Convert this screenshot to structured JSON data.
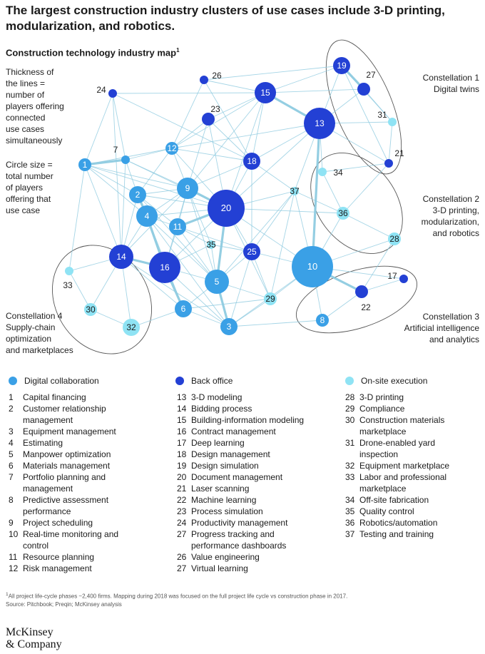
{
  "title": "The largest construction industry clusters of use cases include 3-D printing, modularization, and robotics.",
  "map_title": "Construction technology industry map",
  "map_title_footnote": "1",
  "notes": {
    "thickness": [
      "Thickness of",
      "the lines  =",
      "number of",
      "players offering",
      "connected",
      "use cases",
      "simultaneously"
    ],
    "circle_size": [
      "Circle size  =",
      "total number",
      "of players",
      "offering that",
      "use case"
    ]
  },
  "constellations": [
    {
      "name": "Constellation 1",
      "label": [
        "Digital twins"
      ]
    },
    {
      "name": "Constellation 2",
      "label": [
        "3-D printing,",
        "modularization,",
        "and robotics"
      ]
    },
    {
      "name": "Constellation 3",
      "label": [
        "Artificial intelligence",
        "and analytics"
      ]
    },
    {
      "name": "Constellation 4",
      "label": [
        "Supply-chain",
        "optimization",
        "and marketplaces"
      ]
    }
  ],
  "colors": {
    "digital_collaboration": "#3aa0e6",
    "back_office": "#2340d4",
    "on_site_execution": "#8fe3f4",
    "edge": "#8ecbe0"
  },
  "nodes": [
    {
      "id": "1",
      "cat": "digital_collaboration",
      "size": 1
    },
    {
      "id": "2",
      "cat": "digital_collaboration",
      "size": 2
    },
    {
      "id": "3",
      "cat": "digital_collaboration",
      "size": 2
    },
    {
      "id": "4",
      "cat": "digital_collaboration",
      "size": 3
    },
    {
      "id": "5",
      "cat": "digital_collaboration",
      "size": 4
    },
    {
      "id": "6",
      "cat": "digital_collaboration",
      "size": 2
    },
    {
      "id": "7",
      "cat": "digital_collaboration",
      "size": 0
    },
    {
      "id": "8",
      "cat": "digital_collaboration",
      "size": 1
    },
    {
      "id": "9",
      "cat": "digital_collaboration",
      "size": 3
    },
    {
      "id": "10",
      "cat": "digital_collaboration",
      "size": 8
    },
    {
      "id": "11",
      "cat": "digital_collaboration",
      "size": 2
    },
    {
      "id": "12",
      "cat": "digital_collaboration",
      "size": 1
    },
    {
      "id": "13",
      "cat": "back_office",
      "size": 6
    },
    {
      "id": "14",
      "cat": "back_office",
      "size": 4
    },
    {
      "id": "15",
      "cat": "back_office",
      "size": 3
    },
    {
      "id": "16",
      "cat": "back_office",
      "size": 6
    },
    {
      "id": "17",
      "cat": "back_office",
      "size": 0
    },
    {
      "id": "18",
      "cat": "back_office",
      "size": 2
    },
    {
      "id": "19",
      "cat": "back_office",
      "size": 2
    },
    {
      "id": "20",
      "cat": "back_office",
      "size": 10
    },
    {
      "id": "21",
      "cat": "back_office",
      "size": 0
    },
    {
      "id": "22",
      "cat": "back_office",
      "size": 1
    },
    {
      "id": "23",
      "cat": "back_office",
      "size": 1
    },
    {
      "id": "24",
      "cat": "back_office",
      "size": 0
    },
    {
      "id": "25",
      "cat": "back_office",
      "size": 2
    },
    {
      "id": "26",
      "cat": "back_office",
      "size": 0
    },
    {
      "id": "27",
      "cat": "back_office",
      "size": 1
    },
    {
      "id": "28",
      "cat": "on_site_execution",
      "size": 1
    },
    {
      "id": "29",
      "cat": "on_site_execution",
      "size": 1
    },
    {
      "id": "30",
      "cat": "on_site_execution",
      "size": 1
    },
    {
      "id": "31",
      "cat": "on_site_execution",
      "size": 0
    },
    {
      "id": "32",
      "cat": "on_site_execution",
      "size": 2
    },
    {
      "id": "33",
      "cat": "on_site_execution",
      "size": 0
    },
    {
      "id": "34",
      "cat": "on_site_execution",
      "size": 0
    },
    {
      "id": "35",
      "cat": "on_site_execution",
      "size": 0
    },
    {
      "id": "36",
      "cat": "on_site_execution",
      "size": 1
    },
    {
      "id": "37",
      "cat": "on_site_execution",
      "size": 0
    }
  ],
  "edges": [
    [
      "1",
      "7"
    ],
    [
      "1",
      "2"
    ],
    [
      "1",
      "4"
    ],
    [
      "1",
      "14"
    ],
    [
      "1",
      "9"
    ],
    [
      "1",
      "12"
    ],
    [
      "1",
      "24"
    ],
    [
      "1",
      "20"
    ],
    [
      "1",
      "33"
    ],
    [
      "7",
      "12"
    ],
    [
      "7",
      "14"
    ],
    [
      "7",
      "2"
    ],
    [
      "7",
      "24"
    ],
    [
      "7",
      "20"
    ],
    [
      "7",
      "9"
    ],
    [
      "12",
      "9"
    ],
    [
      "12",
      "18"
    ],
    [
      "12",
      "13"
    ],
    [
      "12",
      "20"
    ],
    [
      "12",
      "2"
    ],
    [
      "12",
      "26"
    ],
    [
      "12",
      "15"
    ],
    [
      "12",
      "23"
    ],
    [
      "2",
      "4"
    ],
    [
      "2",
      "9"
    ],
    [
      "2",
      "11"
    ],
    [
      "2",
      "14"
    ],
    [
      "2",
      "16"
    ],
    [
      "2",
      "20"
    ],
    [
      "2",
      "5"
    ],
    [
      "4",
      "14"
    ],
    [
      "4",
      "16"
    ],
    [
      "4",
      "9"
    ],
    [
      "4",
      "11"
    ],
    [
      "4",
      "20"
    ],
    [
      "4",
      "6"
    ],
    [
      "4",
      "5"
    ],
    [
      "4",
      "3"
    ],
    [
      "14",
      "16"
    ],
    [
      "14",
      "6"
    ],
    [
      "14",
      "3"
    ],
    [
      "14",
      "33"
    ],
    [
      "14",
      "32"
    ],
    [
      "14",
      "9"
    ],
    [
      "16",
      "6"
    ],
    [
      "16",
      "3"
    ],
    [
      "16",
      "11"
    ],
    [
      "16",
      "9"
    ],
    [
      "16",
      "20"
    ],
    [
      "16",
      "5"
    ],
    [
      "9",
      "11"
    ],
    [
      "9",
      "20"
    ],
    [
      "9",
      "35"
    ],
    [
      "9",
      "18"
    ],
    [
      "9",
      "15"
    ],
    [
      "9",
      "5"
    ],
    [
      "11",
      "20"
    ],
    [
      "11",
      "35"
    ],
    [
      "11",
      "5"
    ],
    [
      "11",
      "25"
    ],
    [
      "20",
      "18"
    ],
    [
      "20",
      "15"
    ],
    [
      "20",
      "13"
    ],
    [
      "20",
      "25"
    ],
    [
      "20",
      "5"
    ],
    [
      "20",
      "10"
    ],
    [
      "20",
      "37"
    ],
    [
      "20",
      "29"
    ],
    [
      "20",
      "23"
    ],
    [
      "20",
      "36"
    ],
    [
      "18",
      "15"
    ],
    [
      "18",
      "13"
    ],
    [
      "18",
      "23"
    ],
    [
      "18",
      "37"
    ],
    [
      "18",
      "25"
    ],
    [
      "18",
      "24"
    ],
    [
      "15",
      "13"
    ],
    [
      "15",
      "19"
    ],
    [
      "15",
      "26"
    ],
    [
      "15",
      "23"
    ],
    [
      "15",
      "27"
    ],
    [
      "15",
      "24"
    ],
    [
      "13",
      "19"
    ],
    [
      "13",
      "27"
    ],
    [
      "13",
      "21"
    ],
    [
      "13",
      "31"
    ],
    [
      "13",
      "37"
    ],
    [
      "13",
      "10"
    ],
    [
      "13",
      "34"
    ],
    [
      "19",
      "27"
    ],
    [
      "19",
      "21"
    ],
    [
      "19",
      "31"
    ],
    [
      "19",
      "26"
    ],
    [
      "27",
      "31"
    ],
    [
      "31",
      "21"
    ],
    [
      "21",
      "34"
    ],
    [
      "21",
      "36"
    ],
    [
      "36",
      "28"
    ],
    [
      "36",
      "10"
    ],
    [
      "36",
      "37"
    ],
    [
      "34",
      "36"
    ],
    [
      "28",
      "10"
    ],
    [
      "28",
      "22"
    ],
    [
      "37",
      "25"
    ],
    [
      "37",
      "10"
    ],
    [
      "37",
      "5"
    ],
    [
      "37",
      "29"
    ],
    [
      "10",
      "22"
    ],
    [
      "10",
      "29"
    ],
    [
      "10",
      "8"
    ],
    [
      "10",
      "25"
    ],
    [
      "10",
      "3"
    ],
    [
      "10",
      "17"
    ],
    [
      "22",
      "17"
    ],
    [
      "22",
      "8"
    ],
    [
      "25",
      "5"
    ],
    [
      "25",
      "29"
    ],
    [
      "25",
      "3"
    ],
    [
      "25",
      "35"
    ],
    [
      "5",
      "3"
    ],
    [
      "5",
      "6"
    ],
    [
      "5",
      "29"
    ],
    [
      "5",
      "35"
    ],
    [
      "6",
      "3"
    ],
    [
      "6",
      "29"
    ],
    [
      "3",
      "29"
    ],
    [
      "3",
      "8"
    ],
    [
      "33",
      "30"
    ],
    [
      "30",
      "32"
    ],
    [
      "32",
      "6"
    ],
    [
      "30",
      "14"
    ],
    [
      "23",
      "9"
    ],
    [
      "24",
      "14"
    ],
    [
      "26",
      "18"
    ],
    [
      "35",
      "16"
    ]
  ],
  "legend": {
    "digital_collaboration": {
      "heading": "Digital collaboration",
      "items": [
        {
          "num": "1",
          "lines": [
            "Capital financing"
          ]
        },
        {
          "num": "2",
          "lines": [
            "Customer relationship",
            "management"
          ]
        },
        {
          "num": "3",
          "lines": [
            "Equipment management"
          ]
        },
        {
          "num": "4",
          "lines": [
            "Estimating"
          ]
        },
        {
          "num": "5",
          "lines": [
            "Manpower optimization"
          ]
        },
        {
          "num": "6",
          "lines": [
            "Materials management"
          ]
        },
        {
          "num": "7",
          "lines": [
            "Portfolio planning and",
            "management"
          ]
        },
        {
          "num": "8",
          "lines": [
            "Predictive assessment",
            "performance"
          ]
        },
        {
          "num": "9",
          "lines": [
            "Project scheduling"
          ]
        },
        {
          "num": "10",
          "lines": [
            "Real-time monitoring and",
            "control"
          ]
        },
        {
          "num": "11",
          "lines": [
            "Resource planning"
          ]
        },
        {
          "num": "12",
          "lines": [
            "Risk management"
          ]
        }
      ]
    },
    "back_office": {
      "heading": "Back office",
      "items": [
        {
          "num": "13",
          "lines": [
            "3-D modeling"
          ]
        },
        {
          "num": "14",
          "lines": [
            "Bidding process"
          ]
        },
        {
          "num": "15",
          "lines": [
            "Building-information modeling"
          ]
        },
        {
          "num": "16",
          "lines": [
            "Contract management"
          ]
        },
        {
          "num": "17",
          "lines": [
            "Deep learning"
          ]
        },
        {
          "num": "18",
          "lines": [
            "Design management"
          ]
        },
        {
          "num": "19",
          "lines": [
            "Design simulation"
          ]
        },
        {
          "num": "20",
          "lines": [
            "Document management"
          ]
        },
        {
          "num": "21",
          "lines": [
            "Laser scanning"
          ]
        },
        {
          "num": "22",
          "lines": [
            "Machine learning"
          ]
        },
        {
          "num": "23",
          "lines": [
            "Process simulation"
          ]
        },
        {
          "num": "24",
          "lines": [
            "Productivity management"
          ]
        },
        {
          "num": "27",
          "lines": [
            "Progress tracking and",
            "performance dashboards"
          ]
        },
        {
          "num": "26",
          "lines": [
            "Value engineering"
          ]
        },
        {
          "num": "27",
          "lines": [
            "Virtual learning"
          ]
        }
      ]
    },
    "on_site_execution": {
      "heading": "On-site execution",
      "items": [
        {
          "num": "28",
          "lines": [
            "3-D printing"
          ]
        },
        {
          "num": "29",
          "lines": [
            "Compliance"
          ]
        },
        {
          "num": "30",
          "lines": [
            "Construction materials",
            "marketplace"
          ]
        },
        {
          "num": "31",
          "lines": [
            "Drone-enabled yard",
            "inspection"
          ]
        },
        {
          "num": "32",
          "lines": [
            "Equipment marketplace"
          ]
        },
        {
          "num": "33",
          "lines": [
            "Labor and professional",
            "marketplace"
          ]
        },
        {
          "num": "34",
          "lines": [
            "Off-site fabrication"
          ]
        },
        {
          "num": "35",
          "lines": [
            "Quality control"
          ]
        },
        {
          "num": "36",
          "lines": [
            "Robotics/automation"
          ]
        },
        {
          "num": "37",
          "lines": [
            "Testing and training"
          ]
        }
      ]
    }
  },
  "footnotes": [
    "All project life-cycle phases ~2,400 firms. Mapping during 2018 was focused on the full project life cycle vs construction phase in 2017.",
    "Source: Pitchbook; Preqin; McKinsey analysis"
  ],
  "footnote_marker": "1",
  "logo": [
    "McKinsey",
    "& Company"
  ]
}
